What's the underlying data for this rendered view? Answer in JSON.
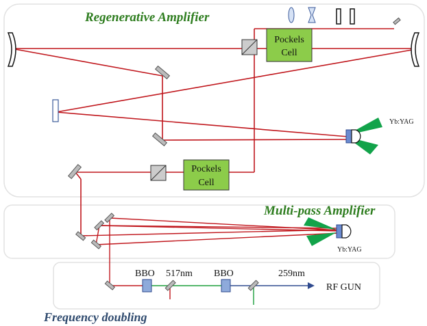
{
  "sections": {
    "regenerative_title": "Regenerative Amplifier",
    "multipass_title": "Multi-pass Amplifier",
    "doubling_title": "Frequency doubling"
  },
  "components": {
    "pockels_cell_top": [
      "Pockels",
      "Cell"
    ],
    "pockels_cell_bottom": [
      "Pockels",
      "Cell"
    ],
    "gain_medium_regen": "Yb:YAG",
    "gain_medium_multipass": "Yb:YAG",
    "crystal_1": "BBO",
    "crystal_2": "BBO"
  },
  "wavelengths": {
    "second_harmonic": "517nm",
    "fourth_harmonic": "259nm"
  },
  "output": {
    "destination": "RF GUN"
  },
  "colors": {
    "ir_beam": "#c0161c",
    "green_beam": "#1a9e3a",
    "uv_beam": "#2f4a8e",
    "pump": "#12a34a",
    "pockels_fill": "#8ccc4a",
    "section_green": "#2e7d1f",
    "section_blue": "#2f4a6e",
    "crystal_fill": "#8eaadb",
    "cube_fill": "#cccccc"
  }
}
